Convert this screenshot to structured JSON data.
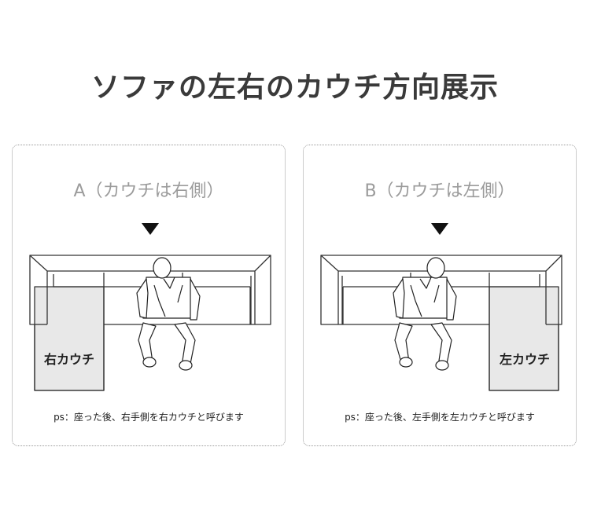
{
  "title": "ソファの左右のカウチ方向展示",
  "panels": [
    {
      "heading": "A（カウチは右側）",
      "couch_label": "右カウチ",
      "note": "ps：座った後、右手側を右カウチと呼びます",
      "couch_side": "left"
    },
    {
      "heading": "B（カウチは左側）",
      "couch_label": "左カウチ",
      "note": "ps：座った後、左手側を左カウチと呼びます",
      "couch_side": "right"
    }
  ],
  "colors": {
    "couch_fill": "#e8e8e8",
    "line": "#333333",
    "panel_border": "#9a9a9a",
    "heading": "#9b9b9b",
    "marker": "#111111"
  }
}
